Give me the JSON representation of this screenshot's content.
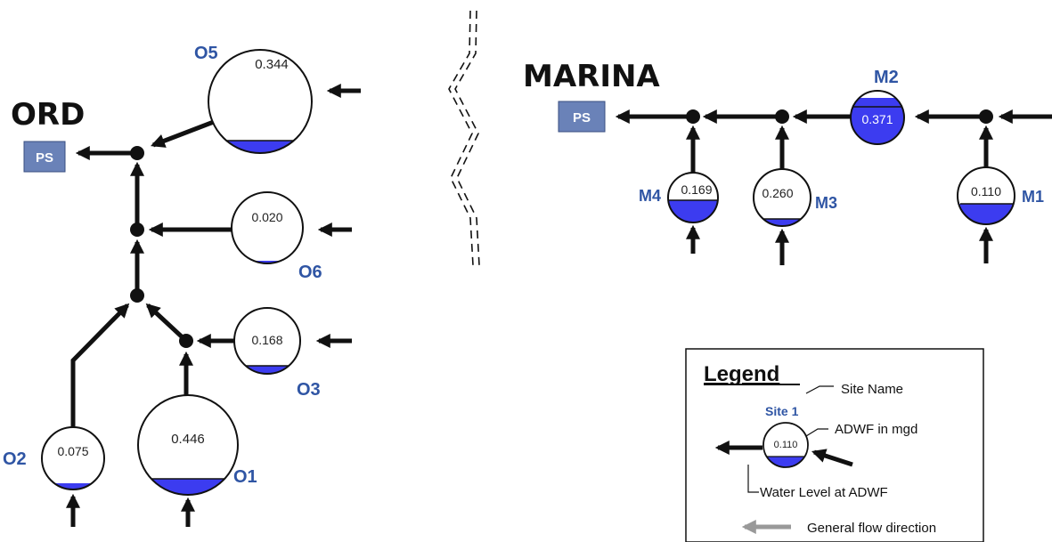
{
  "ord": {
    "title": "ORD",
    "ps_label": "PS",
    "sites": [
      {
        "name": "O5",
        "adwf": "0.344"
      },
      {
        "name": "O6",
        "adwf": "0.020"
      },
      {
        "name": "O3",
        "adwf": "0.168"
      },
      {
        "name": "O2",
        "adwf": "0.075"
      },
      {
        "name": "O1",
        "adwf": "0.446"
      }
    ]
  },
  "marina": {
    "title": "MARINA",
    "ps_label": "PS",
    "sites": [
      {
        "name": "M2",
        "adwf": "0.371"
      },
      {
        "name": "M4",
        "adwf": "0.169"
      },
      {
        "name": "M3",
        "adwf": "0.260"
      },
      {
        "name": "M1",
        "adwf": "0.110"
      }
    ]
  },
  "legend": {
    "title": "Legend",
    "site_example": "Site 1",
    "site_example_value": "0.110",
    "site_name_label": "Site Name",
    "adwf_label": "ADWF in mgd",
    "water_level_label": "Water Level at ADWF",
    "flow_label": "General flow direction"
  },
  "colors": {
    "site_label": "#2f55a4",
    "water_fill": "#3c3cf0",
    "ps_box": "#6a82b8",
    "pipe": "#111111",
    "legend_flow_arrow": "#999999"
  }
}
